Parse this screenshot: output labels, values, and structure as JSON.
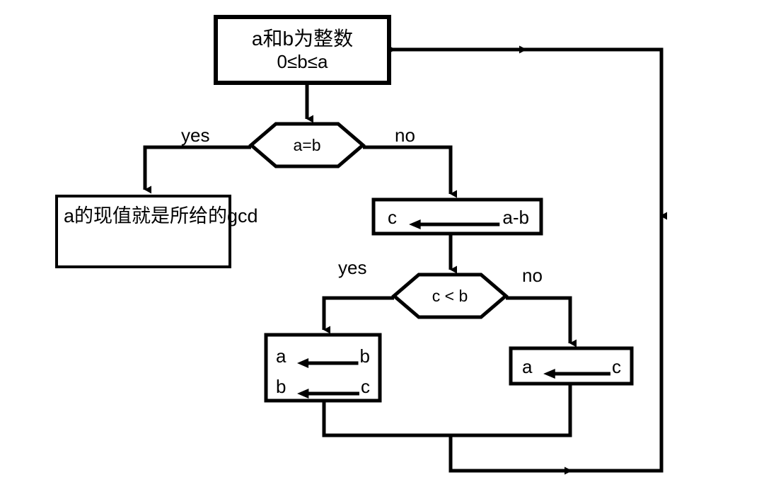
{
  "diagram": {
    "title": "Euclidean algorithm (subtraction) flowchart",
    "background": "#ffffff",
    "stroke": "#000000",
    "nodes": {
      "start": {
        "type": "process-box",
        "line1": "a和b为整数",
        "line2": "0≤b≤a"
      },
      "decision1": {
        "type": "hexagon",
        "label": "a=b",
        "yes_label": "yes",
        "no_label": "no"
      },
      "result": {
        "type": "process-box",
        "text": "a的现值就是所给的gcd"
      },
      "compute_c": {
        "type": "process-box",
        "lhs": "c",
        "op": "left-arrow",
        "rhs": "a-b"
      },
      "decision2": {
        "type": "hexagon",
        "label": "c < b",
        "yes_label": "yes",
        "no_label": "no"
      },
      "swap_box": {
        "type": "process-box",
        "rows": [
          {
            "lhs": "a",
            "op": "left-arrow",
            "rhs": "b"
          },
          {
            "lhs": "b",
            "op": "left-arrow",
            "rhs": "c"
          }
        ]
      },
      "assign_a_c": {
        "type": "process-box",
        "lhs": "a",
        "op": "left-arrow",
        "rhs": "c"
      }
    },
    "edges": [
      {
        "from": "start",
        "to": "decision1",
        "label": ""
      },
      {
        "from": "decision1",
        "to": "result",
        "label": "yes"
      },
      {
        "from": "decision1",
        "to": "compute_c",
        "label": "no"
      },
      {
        "from": "compute_c",
        "to": "decision2",
        "label": ""
      },
      {
        "from": "decision2",
        "to": "swap_box",
        "label": "yes"
      },
      {
        "from": "decision2",
        "to": "assign_a_c",
        "label": "no"
      },
      {
        "from": "swap_box",
        "to": "start",
        "label": ""
      },
      {
        "from": "assign_a_c",
        "to": "start",
        "label": ""
      }
    ]
  }
}
